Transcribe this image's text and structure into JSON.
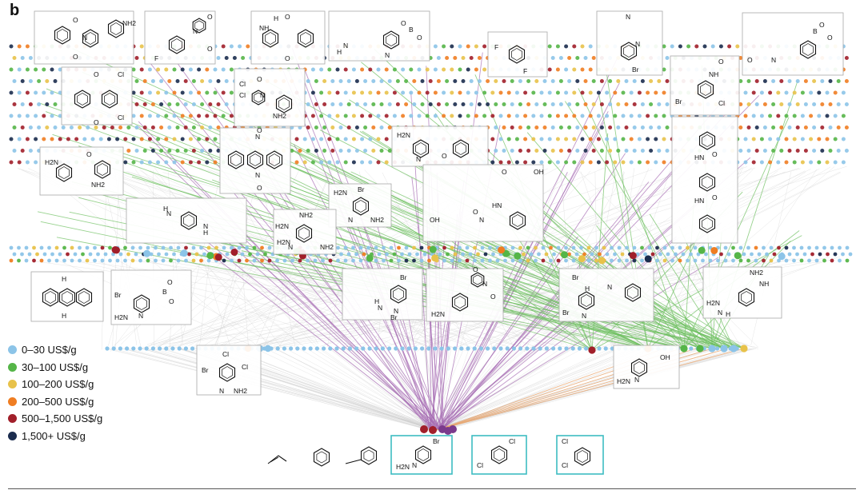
{
  "figure": {
    "panel_label": "b",
    "legend": [
      {
        "label": "0–30 US$/g",
        "color": "#8cc4e8"
      },
      {
        "label": "30–100 US$/g",
        "color": "#55b548"
      },
      {
        "label": "100–200 US$/g",
        "color": "#e8c24a"
      },
      {
        "label": "200–500 US$/g",
        "color": "#ef7d22"
      },
      {
        "label": "500–1,500 US$/g",
        "color": "#a11f2a"
      },
      {
        "label": "1,500+ US$/g",
        "color": "#1b2c4e"
      }
    ],
    "edge_colors": {
      "grey": "#cfcfcf",
      "green": "#6cbf5e",
      "purple": "#a66bb3",
      "orange": "#e8a36a"
    },
    "accent_box_color": "#3dbcc1",
    "molecule_labels": {
      "NH2": "NH2",
      "Br": "Br",
      "Cl": "Cl",
      "F": "F",
      "OH": "OH",
      "NH": "NH",
      "N": "N",
      "O": "O",
      "B": "B",
      "HN": "HN",
      "H2N": "H2N",
      "H": "H"
    }
  }
}
